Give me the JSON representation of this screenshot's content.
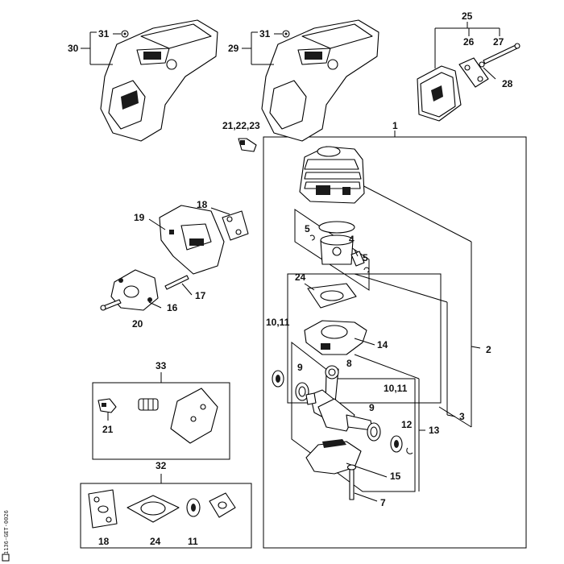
{
  "diagram": {
    "doc_code": "1136-GET-0026",
    "labels": {
      "n1": "1",
      "n2": "2",
      "n3": "3",
      "n4": "4",
      "n5a": "5",
      "n5b": "5",
      "n7": "7",
      "n8": "8",
      "n9a": "9",
      "n9b": "9",
      "n1011a": "10,11",
      "n1011b": "10,11",
      "n11": "11",
      "n12": "12",
      "n13": "13",
      "n14": "14",
      "n15": "15",
      "n16": "16",
      "n17": "17",
      "n18a": "18",
      "n18b": "18",
      "n19": "19",
      "n20": "20",
      "n21": "21",
      "n212223": "21,22,23",
      "n24a": "24",
      "n24b": "24",
      "n25": "25",
      "n26": "26",
      "n27": "27",
      "n28": "28",
      "n29": "29",
      "n30": "30",
      "n31a": "31",
      "n31b": "31",
      "n32": "32",
      "n33": "33"
    }
  }
}
